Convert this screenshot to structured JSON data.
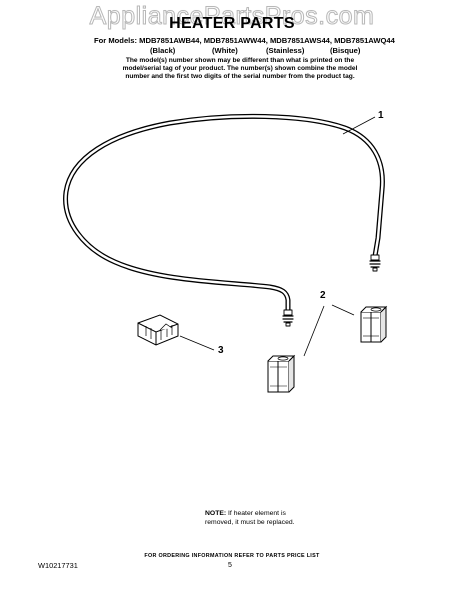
{
  "watermark": "AppliancePartsPros.com",
  "header": {
    "title": "HEATER PARTS",
    "models_line": "For Models: MDB7851AWB44, MDB7851AWW44, MDB7851AWS44, MDB7851AWQ44",
    "colors": [
      "(Black)",
      "(White)",
      "(Stainless)",
      "(Bisque)"
    ],
    "note_lines": [
      "The model(s) number shown may be different than what is printed on the",
      "model/serial tag of your product. The number(s) shown combine the model",
      "number and the first two digits of the serial number from the product tag."
    ]
  },
  "diagram": {
    "callouts": [
      "1",
      "2",
      "3"
    ]
  },
  "footer_note": {
    "label": "NOTE:",
    "line1": "If heater element is",
    "line2": "removed, it must be replaced."
  },
  "footer": {
    "ordering": "FOR ORDERING INFORMATION REFER TO PARTS PRICE LIST",
    "doc_number": "W10217731",
    "page": "5"
  }
}
